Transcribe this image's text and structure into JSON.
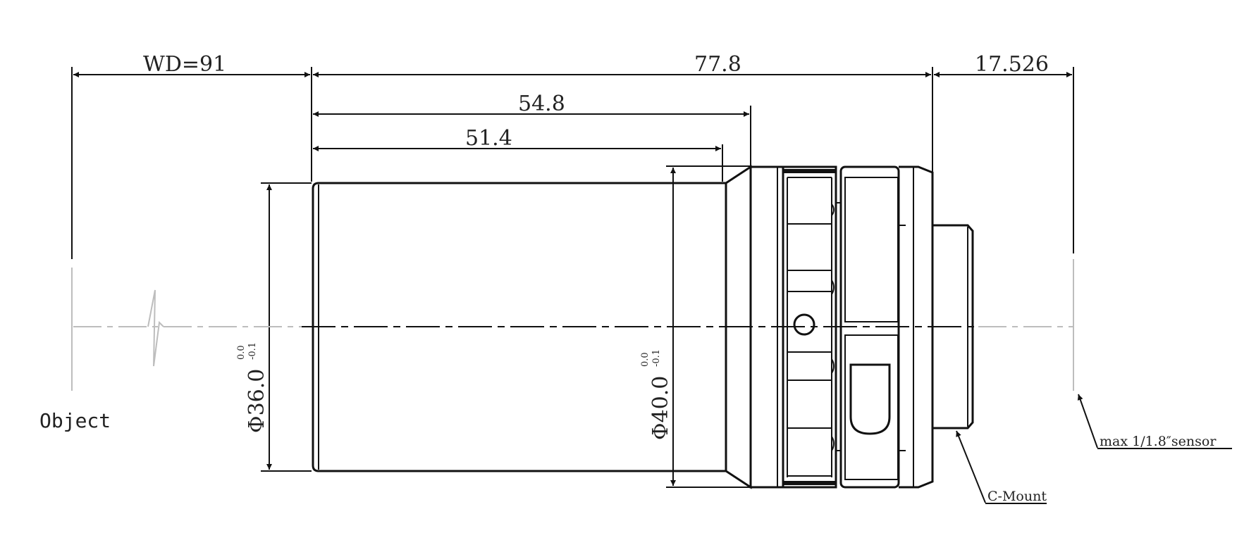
{
  "dimensions": {
    "working_distance": "WD=91",
    "total_length": "77.8",
    "back_focal": "17.526",
    "length_front": "54.8",
    "length_barrel": "51.4",
    "diameter_small": "Φ36.0",
    "diameter_large": "Φ40.0",
    "tolerance_upper": "0.0",
    "tolerance_lower": "-0.1"
  },
  "labels": {
    "object": "Object",
    "mount": "C-Mount",
    "sensor": "max 1/1.8″sensor"
  },
  "colors": {
    "ink": "#111111",
    "extension_gray": "#bdbdbd"
  }
}
